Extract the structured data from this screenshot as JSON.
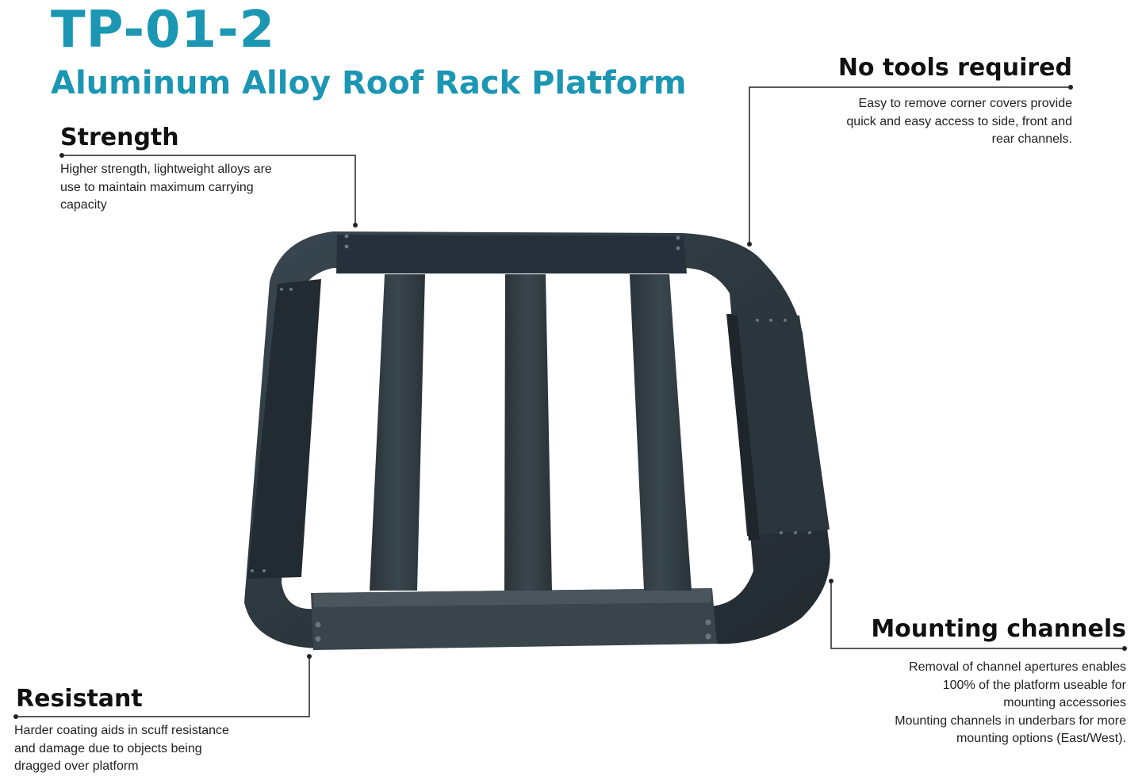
{
  "header": {
    "model": "TP-01-2",
    "subtitle": "Aluminum Alloy Roof Rack Platform",
    "accent_color": "#1b96b3"
  },
  "features": {
    "strength": {
      "title": "Strength",
      "lines": [
        "Higher strength, lightweight alloys are",
        "use to maintain maximum carrying",
        "capacity"
      ]
    },
    "no_tools": {
      "title": "No tools required",
      "lines": [
        "Easy to remove corner covers provide",
        "quick and easy access to side, front and",
        "rear channels."
      ]
    },
    "mounting": {
      "title": "Mounting channels",
      "lines": [
        "Removal of channel apertures enables",
        "100% of the platform useable for",
        "mounting accessories",
        "Mounting channels in underbars for more",
        "mounting options (East/West)."
      ]
    },
    "resistant": {
      "title": "Resistant",
      "lines": [
        "Harder coating aids in scuff resistance",
        "and damage due to objects being",
        "dragged over platform"
      ]
    }
  },
  "product": {
    "image": "roof-rack-platform-photo",
    "frame_color": "#2f3a41"
  }
}
